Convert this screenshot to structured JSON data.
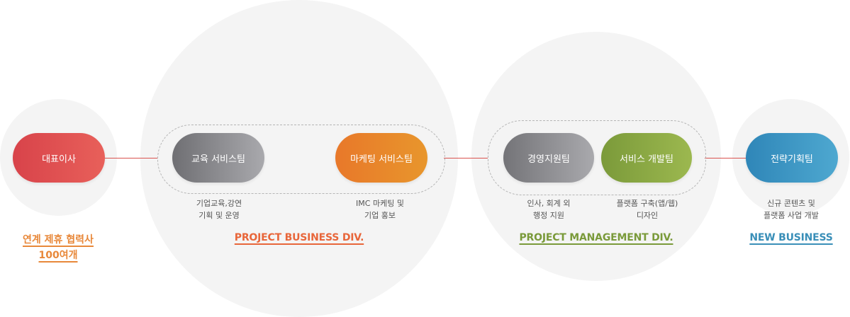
{
  "ceo": {
    "label": "대표이사",
    "partner_lines": [
      "연계 제휴 협력사",
      "100여개"
    ]
  },
  "project_business": {
    "title": "PROJECT BUSINESS DIV.",
    "color": "#e8663a",
    "teams": [
      {
        "label": "교육 서비스팀",
        "desc": [
          "기업교육,강연",
          "기획 및 운영"
        ]
      },
      {
        "label": "마케팅 서비스팀",
        "desc": [
          "IMC 마케팅 및",
          "기업 홍보"
        ]
      }
    ]
  },
  "project_management": {
    "title": "PROJECT MANAGEMENT DIV.",
    "color": "#7a9a3a",
    "teams": [
      {
        "label": "경영지원팀",
        "desc": [
          "인사, 회계 외",
          "행정 지원"
        ]
      },
      {
        "label": "서비스 개발팀",
        "desc": [
          "플랫폼 구축(앱/웹)",
          "디자인"
        ]
      }
    ]
  },
  "new_business": {
    "title": "NEW BUSINESS",
    "color": "#3a8fb8",
    "teams": [
      {
        "label": "전략기획팀",
        "desc": [
          "신규 콘텐츠 및",
          "플랫폼 사업 개발"
        ]
      }
    ]
  },
  "colors": {
    "ceo": "#e04a4a",
    "gray_team": "#8a8a8e",
    "orange_team": "#e8852a",
    "green_team": "#86a84a",
    "blue_team": "#3a96c4",
    "partner_text": "#e8883a",
    "connector": "#d9534f"
  }
}
